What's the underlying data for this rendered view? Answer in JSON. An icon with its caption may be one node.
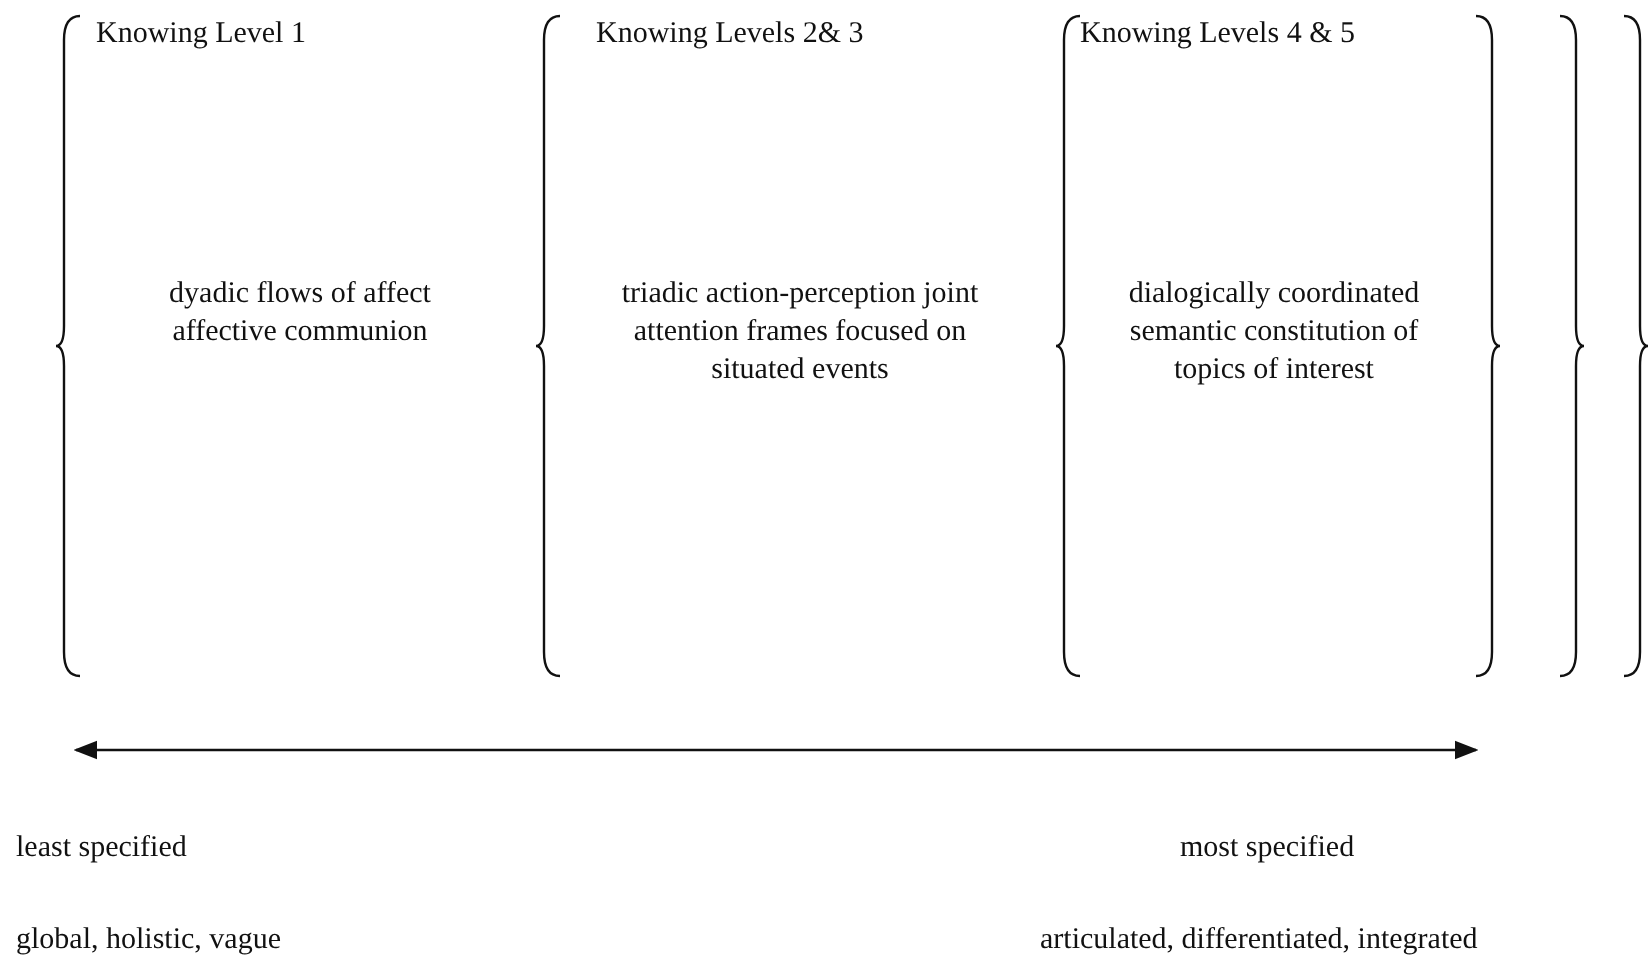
{
  "diagram": {
    "nodes": [
      {
        "text": [
          "Knowing Level 1",
          "dyadic flows of affect affective communion"
        ]
      },
      {
        "text": [
          "Knowing Levels 2& 3",
          "triadic action-perception joint attention frames focused on situated events"
        ],
        "in": 0
      },
      {
        "text": [
          "Knowing Levels 4 & 5",
          "dialogically coordinated semantic constitution of topics of interest"
        ],
        "in": 1
      }
    ],
    "labels": [
      "least specified",
      "most specified",
      "global, holistic, vague",
      "articulated, differentiated, integrated"
    ]
  }
}
